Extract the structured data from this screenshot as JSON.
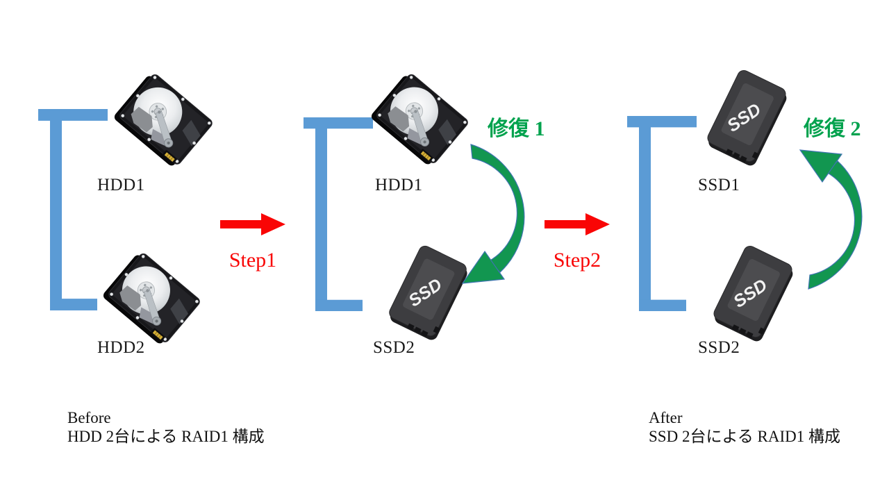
{
  "diagram": {
    "description": "HDD to SSD RAID1 migration diagram",
    "groups": [
      {
        "id": "before",
        "top_drive": {
          "type": "hdd",
          "label": "HDD1"
        },
        "bottom_drive": {
          "type": "hdd",
          "label": "HDD2"
        },
        "caption": {
          "title": "Before",
          "text": "HDD 2台による RAID1 構成"
        }
      },
      {
        "id": "during",
        "top_drive": {
          "type": "hdd",
          "label": "HDD1"
        },
        "bottom_drive": {
          "type": "ssd",
          "label": "SSD2"
        },
        "repair": {
          "label": "修復 1",
          "direction": "top-to-bottom"
        }
      },
      {
        "id": "after",
        "top_drive": {
          "type": "ssd",
          "label": "SSD1"
        },
        "bottom_drive": {
          "type": "ssd",
          "label": "SSD2"
        },
        "repair": {
          "label": "修復 2",
          "direction": "bottom-to-top"
        },
        "caption": {
          "title": "After",
          "text": "SSD 2台による RAID1 構成"
        }
      }
    ],
    "steps": [
      {
        "label": "Step1"
      },
      {
        "label": "Step2"
      }
    ],
    "ssd_badge": "SSD",
    "colors": {
      "bracket_blue": "#5B9BD5",
      "step_red": "#F90505",
      "repair_green": "#129650",
      "repair_green_text": "#00A24D",
      "arrow_outline_blue": "#3F74B0"
    }
  }
}
